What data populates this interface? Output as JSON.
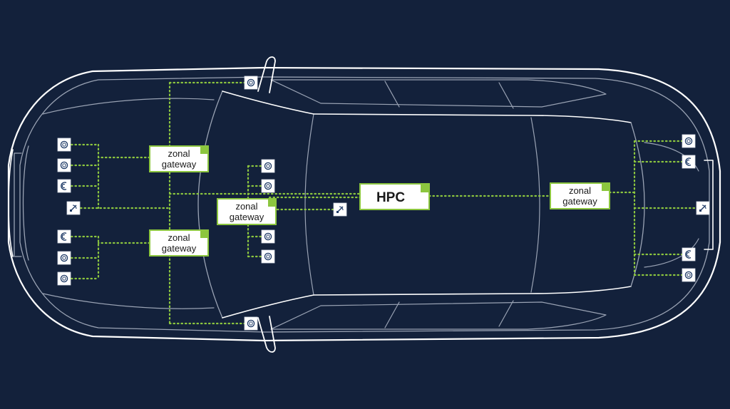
{
  "colors": {
    "background": "#13213b",
    "car_outline": "#ffffff",
    "car_detail": "#9aa3b4",
    "connection": "#8cc63f",
    "node_fill": "#ffffff",
    "node_border": "#8cc63f",
    "node_corner": "#8cc63f",
    "node_text": "#1a1a1a",
    "sensor_icon": "#1e3a66"
  },
  "hpc": {
    "label": "HPC"
  },
  "gateways": [
    {
      "id": "front-left",
      "line1": "zonal",
      "line2": "gateway"
    },
    {
      "id": "front-right",
      "line1": "zonal",
      "line2": "gateway"
    },
    {
      "id": "center",
      "line1": "zonal",
      "line2": "gateway"
    },
    {
      "id": "rear",
      "line1": "zonal",
      "line2": "gateway"
    }
  ],
  "sensors": [
    {
      "id": "mirror-top",
      "icon": "camera-icon"
    },
    {
      "id": "front-left-1",
      "icon": "camera-icon"
    },
    {
      "id": "front-left-2",
      "icon": "camera-icon"
    },
    {
      "id": "front-left-3",
      "icon": "ultrasonic-icon"
    },
    {
      "id": "front-left-4",
      "icon": "radar-icon"
    },
    {
      "id": "front-right-1",
      "icon": "ultrasonic-icon"
    },
    {
      "id": "front-right-2",
      "icon": "camera-icon"
    },
    {
      "id": "front-right-3",
      "icon": "camera-icon"
    },
    {
      "id": "mirror-bottom",
      "icon": "camera-icon"
    },
    {
      "id": "center-1",
      "icon": "camera-icon"
    },
    {
      "id": "center-2",
      "icon": "camera-icon"
    },
    {
      "id": "center-3",
      "icon": "camera-icon"
    },
    {
      "id": "center-4",
      "icon": "camera-icon"
    },
    {
      "id": "center-radar",
      "icon": "radar-icon"
    },
    {
      "id": "rear-1",
      "icon": "camera-icon"
    },
    {
      "id": "rear-2",
      "icon": "ultrasonic-icon"
    },
    {
      "id": "rear-radar",
      "icon": "radar-icon"
    },
    {
      "id": "rear-3",
      "icon": "ultrasonic-icon"
    },
    {
      "id": "rear-4",
      "icon": "camera-icon"
    }
  ]
}
